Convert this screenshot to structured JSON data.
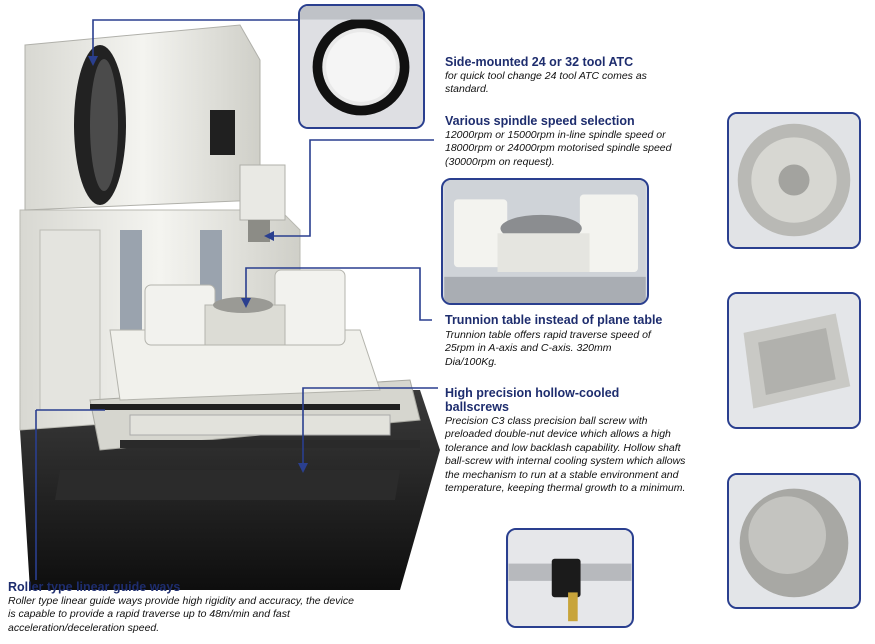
{
  "features": {
    "atc": {
      "title": "Side-mounted 24 or 32 tool ATC",
      "body": "for quick tool change 24 tool ATC comes as standard."
    },
    "spindle": {
      "title": "Various spindle speed selection",
      "body": "12000rpm or 15000rpm in-line spindle speed or 18000rpm or 24000rpm motorised spindle speed (30000rpm on request)."
    },
    "trunnion": {
      "title": "Trunnion table instead of plane table",
      "body": "Trunnion table offers rapid traverse speed of 25rpm in A-axis and C-axis. 320mm Dia/100Kg."
    },
    "ballscrew": {
      "title": "High precision hollow-cooled ballscrews",
      "body": "Precision C3 class precision ball screw with preloaded double-nut device which allows a high tolerance and low backlash capability. Hollow shaft ball-screw with internal cooling system which allows the mechanism to run at a stable environment and temperature, keeping thermal growth to a minimum."
    },
    "guideways": {
      "title": "Roller type linear guide ways",
      "body": "Roller type linear guide ways provide high rigidity and accuracy, the device is capable to provide a rapid traverse up to 48m/min and fast acceleration/deceleration speed."
    }
  },
  "colors": {
    "heading": "#1e2d6e",
    "leader_line": "#2a3f8f",
    "machine_white": "#eeeeea",
    "machine_base": "#1c1c1c"
  }
}
